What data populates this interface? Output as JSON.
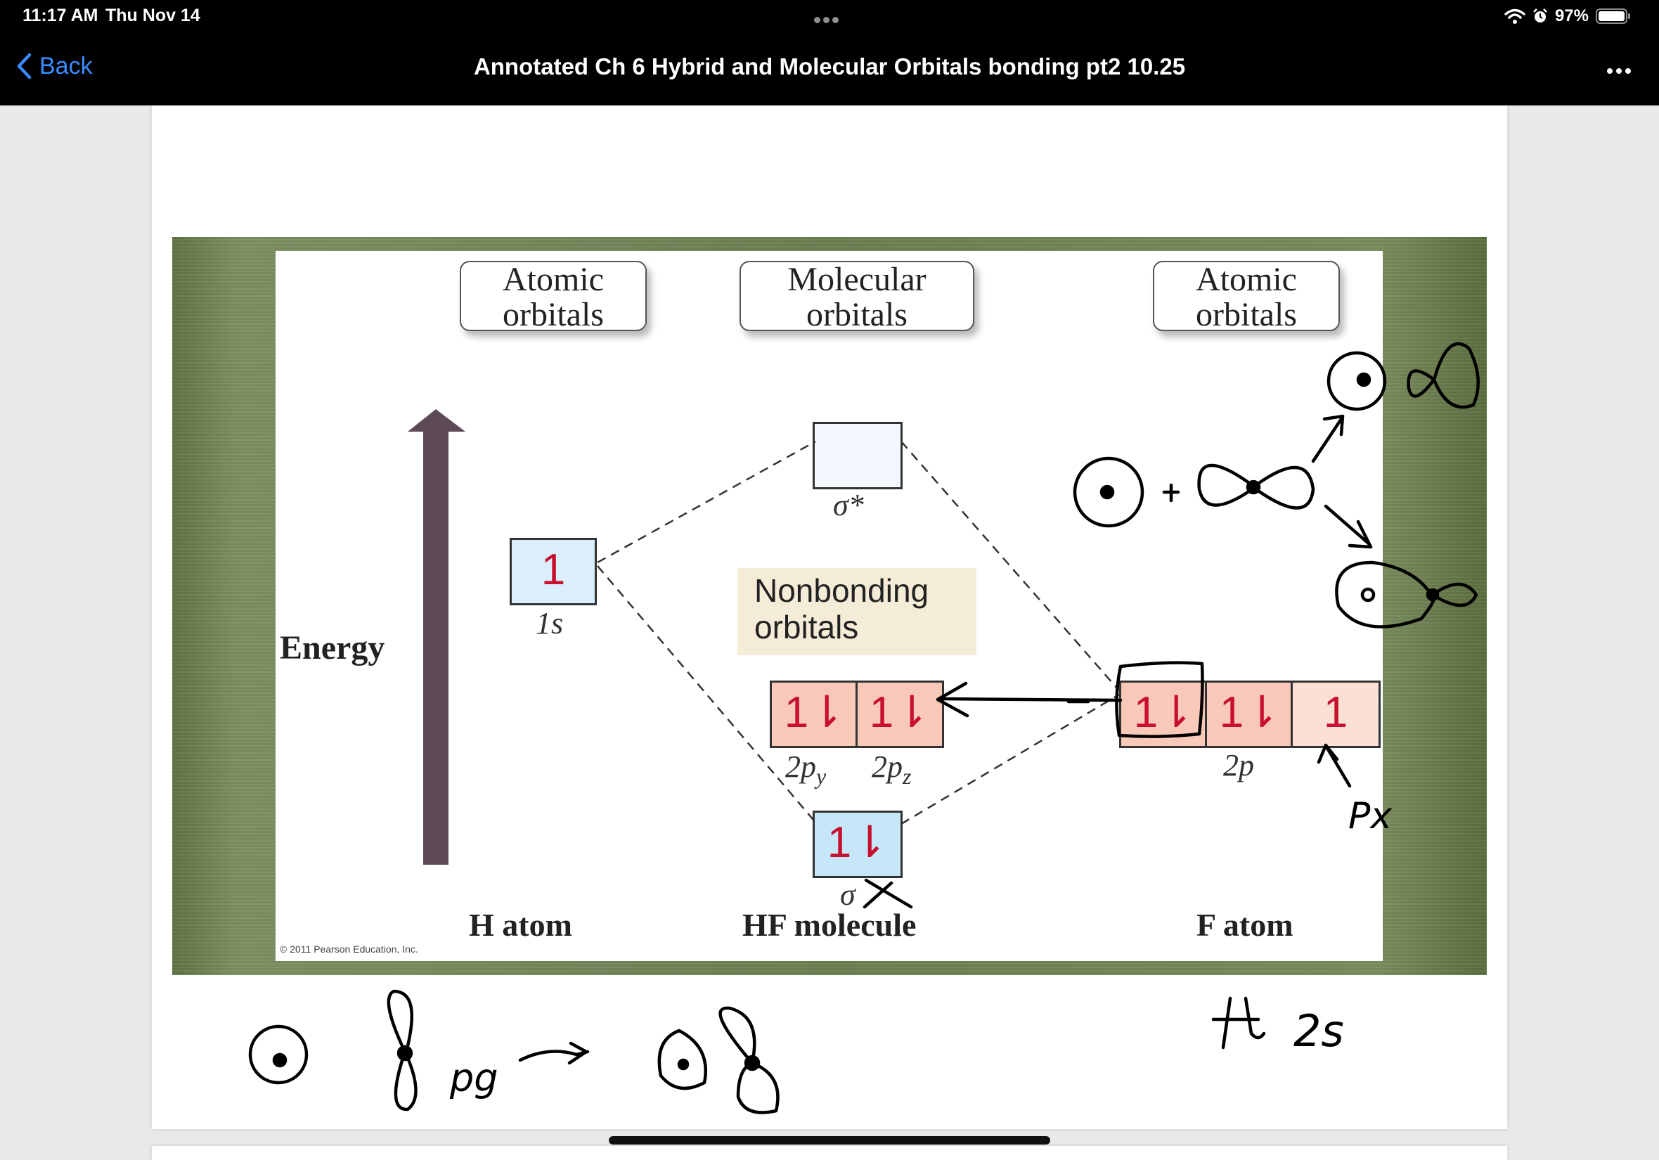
{
  "status_bar": {
    "time": "11:17 AM",
    "date": "Thu Nov 14",
    "battery": "97%",
    "icons": [
      "wifi-icon",
      "alarm-icon",
      "battery-icon"
    ]
  },
  "nav": {
    "back_label": "Back",
    "title": "Annotated Ch 6 Hybrid and Molecular Orbitals bonding pt2 10.25",
    "more_icon": "ellipsis-icon"
  },
  "slide": {
    "header_left": [
      "Atomic",
      "orbitals"
    ],
    "header_mid": [
      "Molecular",
      "orbitals"
    ],
    "header_right": [
      "Atomic",
      "orbitals"
    ],
    "energy": "Energy",
    "h_1s_electrons": "1",
    "h_1s_label": "1s",
    "sigma_star_label": "σ*",
    "nonbonding": [
      "Nonbonding",
      "orbitals"
    ],
    "py_electrons": "1⇂",
    "pz_electrons": "1⇂",
    "py_label": "2p",
    "py_sub": "y",
    "pz_label": "2p",
    "pz_sub": "z",
    "sigma_electrons": "1⇂",
    "sigma_label": "σ",
    "f_2p_1": "1⇂",
    "f_2p_2": "1⇂",
    "f_2p_3": "1",
    "f_2p_label": "2p",
    "bottom_h": "H atom",
    "bottom_hf": "HF molecule",
    "bottom_f": "F atom",
    "copyright": "© 2011 Pearson Education, Inc."
  },
  "annotations": {
    "px": "Px",
    "pg": "pg",
    "two_s": "2s",
    "plus": "+"
  },
  "colors": {
    "status_bg": "#000000",
    "link": "#3a8bff",
    "electron_red": "#c8102e",
    "slide_green": "#6d7f52"
  }
}
